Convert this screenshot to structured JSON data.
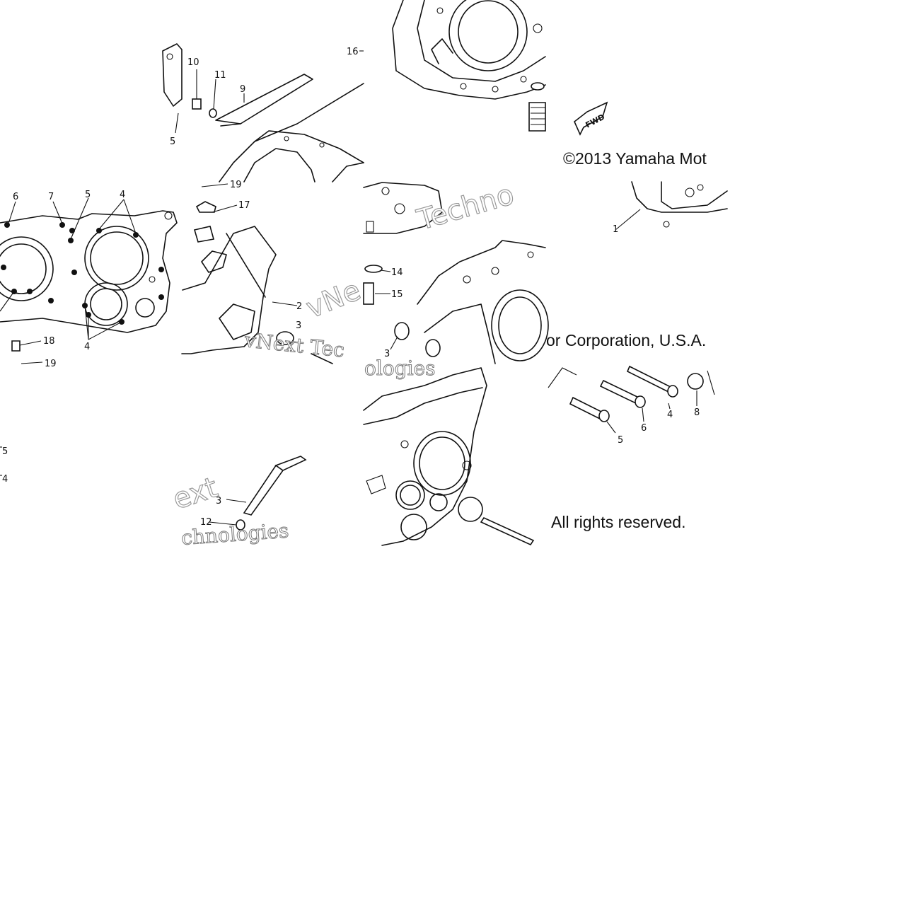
{
  "copyright": {
    "line1": "©2013 Yamaha Mot",
    "line2": "or Corporation, U.S.A.",
    "line3": "All rights reserved."
  },
  "watermark": {
    "fragments": [
      "Techno",
      "vNe",
      "vNext Tec",
      "ologies",
      "ext",
      "chnologies"
    ]
  },
  "fwd_arrow": {
    "text": "FWD"
  },
  "callouts": {
    "tile1": [
      "10",
      "11",
      "9",
      "5",
      "16"
    ],
    "tile4": [
      "6",
      "7",
      "5",
      "4",
      "4",
      "18",
      "19"
    ],
    "tile5": [
      "19",
      "17",
      "2",
      "3"
    ],
    "tile6": [
      "14",
      "15",
      "3"
    ],
    "tile7": [
      "5",
      "4"
    ],
    "tile8": [
      "3",
      "12"
    ],
    "tile10": [
      "4",
      "8",
      "6",
      "5"
    ],
    "tile_extra": [
      "1"
    ]
  }
}
